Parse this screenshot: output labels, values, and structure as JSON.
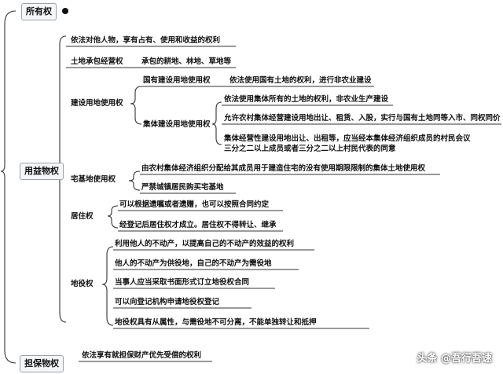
{
  "root": {
    "ownership_title": "所有权",
    "usufruct_title": "用益物权",
    "security_title": "担保物权"
  },
  "usufruct": {
    "definition": "依法对他人物，享有占有、使用和收益的权利",
    "land_contract": {
      "label": "土地承包经营权",
      "desc": "承包的耕地、林地、草地等"
    },
    "construction_land": {
      "label": "建设用地使用权",
      "state_owned": {
        "label": "国有建设用地使用权",
        "desc": "依法使用国有土地的权利，进行非农业建设"
      },
      "collective": {
        "label": "集体建设用地使用权",
        "items": [
          "依法使用集体所有的土地的权利，非农业生产建设",
          "允许农村集体经营建设用地出让、租赁、入股，实行与国有土地同等入市、同权同价",
          "集体经营性建设用地出让、出租等，应当经本集体经济组织成员的村民会议",
          "三分之二以上成员或者三分之二以上村民代表的同意"
        ]
      }
    },
    "homestead": {
      "label": "宅基地使用权",
      "items": [
        "由农村集体经济组织分配给其成员用于建造住宅的没有使用期限限制的集体土地使用权",
        "严禁城镇居民购买宅基地"
      ]
    },
    "residence": {
      "label": "居住权",
      "items": [
        "可以根据遗嘱或者遗赠，也可以按照合同约定",
        "经登记后居住权才成立。居住权不得转让、继承"
      ]
    },
    "easement": {
      "label": "地役权",
      "items": [
        "利用他人的不动产，以提高自己的不动产的效益的权利",
        "他人的不动产为供役地，自己的不动产为需役地",
        "当事人应当采取书面形式订立地役权合同",
        "可以向登记机构申请地役权登记",
        "地役权具有从属性，与需役地不可分离，不能单独转让和抵押"
      ]
    }
  },
  "security": {
    "definition": "依法享有就担保财产优先受偿的权利"
  },
  "watermark": "头条 @吾行吾速"
}
